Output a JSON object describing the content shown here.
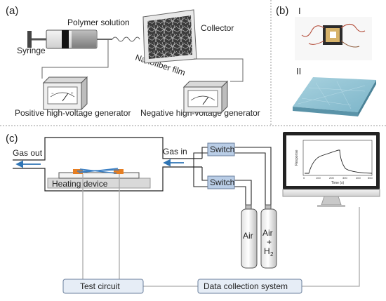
{
  "panel_a": {
    "label": "(a)",
    "polymer_solution": "Polymer solution",
    "syringe": "Syringe",
    "collector": "Collector",
    "nanofiber_film": "Nanofiber film",
    "positive_generator": "Positive high-voltage generator",
    "negative_generator": "Negative high-voltage generator",
    "gauge_minus": "−",
    "gauge_plus": "+"
  },
  "panel_b": {
    "label": "(b)",
    "photo_i_label": "I",
    "photo_ii_label": "II"
  },
  "panel_c": {
    "label": "(c)",
    "gas_out": "Gas out",
    "gas_in": "Gas in",
    "heating_device": "Heating device",
    "switch_top": "Switch",
    "switch_bottom": "Switch",
    "cylinder_air": "Air",
    "cylinder_mix_line1": "Air",
    "cylinder_mix_line2": "+",
    "cylinder_mix_line3": "H",
    "cylinder_mix_sub": "2",
    "test_circuit": "Test circuit",
    "data_collection": "Data collection system",
    "monitor_plot": {
      "ylabel": "Response",
      "xlabel": "Time (s)",
      "xticks": [
        "0",
        "100",
        "200",
        "300",
        "400",
        "500"
      ]
    }
  },
  "colors": {
    "switch_fill": "#b9cde6",
    "box_fill": "#e6edf6",
    "electrode": "#e67e22",
    "nanofiber": "#3a7fc4",
    "arrow": "#2f75b5",
    "film_blue": "#8fc1d4"
  }
}
